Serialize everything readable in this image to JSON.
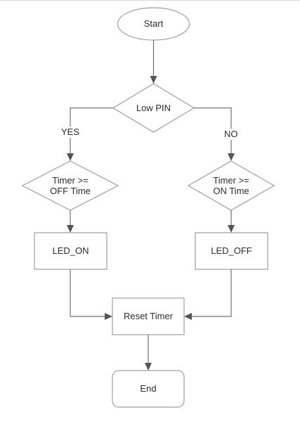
{
  "diagram": {
    "nodes": {
      "start": {
        "label": "Start",
        "shape": "ellipse"
      },
      "low_pin": {
        "label": "Low PIN",
        "shape": "diamond"
      },
      "timer_off": {
        "label_line1": "Timer >=",
        "label_line2": "OFF Time",
        "shape": "diamond"
      },
      "timer_on": {
        "label_line1": "Timer >=",
        "label_line2": "ON Time",
        "shape": "diamond"
      },
      "led_on": {
        "label": "LED_ON",
        "shape": "rectangle"
      },
      "led_off": {
        "label": "LED_OFF",
        "shape": "rectangle"
      },
      "reset_timer": {
        "label": "Reset Timer",
        "shape": "rectangle"
      },
      "end": {
        "label": "End",
        "shape": "rounded-rectangle"
      }
    },
    "edges": {
      "yes": "YES",
      "no": "NO"
    },
    "colors": {
      "shape_border": "#9e9e9e",
      "connector": "#707070",
      "arrowhead": "#555555",
      "text": "#2b2b2b"
    }
  }
}
